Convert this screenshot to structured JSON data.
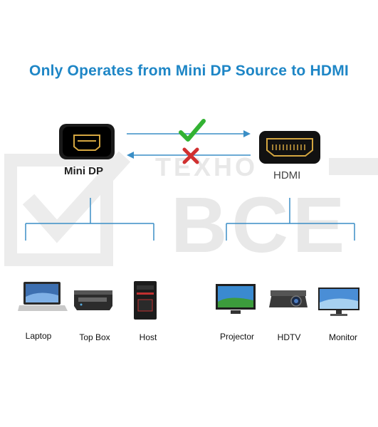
{
  "title": "Only Operates from Mini DP Source to HDMI",
  "source": {
    "label": "Mini DP"
  },
  "target": {
    "label": "HDMI"
  },
  "watermark": {
    "top": "TEXHO",
    "bottom": "BCE"
  },
  "source_devices": [
    {
      "label": "Laptop",
      "icon": "laptop-icon"
    },
    {
      "label": "Top Box",
      "icon": "set-top-box-icon"
    },
    {
      "label": "Host",
      "icon": "pc-tower-icon"
    }
  ],
  "target_devices": [
    {
      "label": "Projector",
      "icon": "projector-icon"
    },
    {
      "label": "HDTV",
      "icon": "hdtv-icon"
    },
    {
      "label": "Monitor",
      "icon": "monitor-icon"
    }
  ],
  "colors": {
    "title": "#1e86c6",
    "lines": "#3a8ec6",
    "check": "#33b233",
    "cross": "#d03030"
  }
}
